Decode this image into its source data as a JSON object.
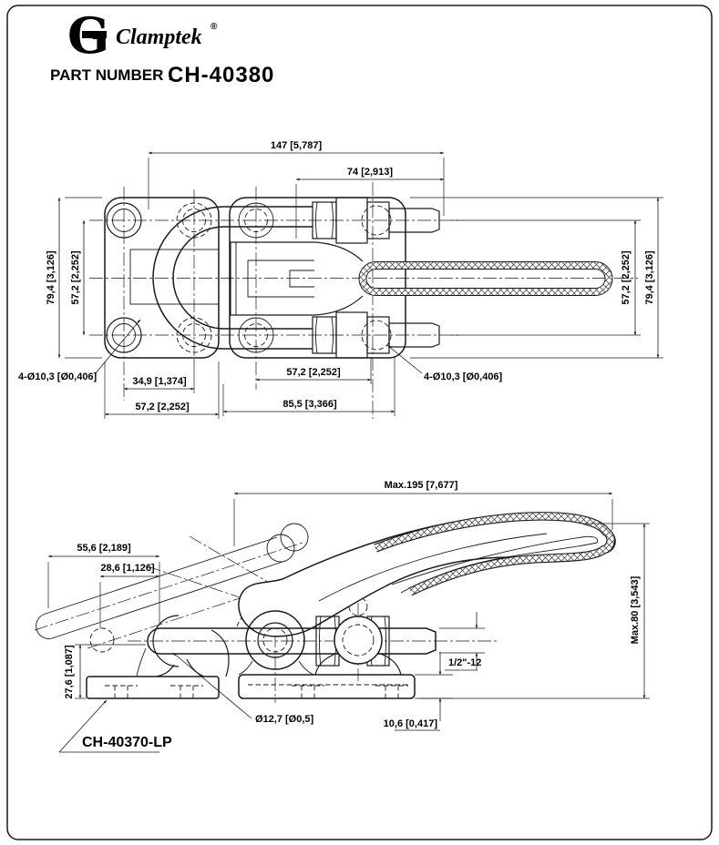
{
  "brand": {
    "logo_letter": "G",
    "name": "Clamptek",
    "registered": "®"
  },
  "header": {
    "part_number_label": "PART NUMBER :",
    "part_number": "CH-40380"
  },
  "top_view": {
    "dims": {
      "overall_length": "147 [5,787]",
      "stud_length": "74 [2,913]",
      "plate_height_left": "79,4 [3,126]",
      "hole_span_left": "57,2 [2,252]",
      "hole_span_right_side": "57,2 [2,252]",
      "plate_height_right": "79,4 [3,126]",
      "hole_pitch_left": "34,9 [1,374]",
      "plate_width_left": "57,2 [2,252]",
      "hole_pitch_right": "57,2 [2,252]",
      "base_span_right": "85,5 [3,366]",
      "holes_left": "4-Ø10,3 [Ø0,406]",
      "holes_right": "4-Ø10,3 [Ø0,406]"
    }
  },
  "side_view": {
    "dims": {
      "max_length": "Max.195 [7,677]",
      "max_height": "Max.80 [3,543]",
      "hook_offset_a": "55,6 [2,189]",
      "hook_offset_b": "28,6 [1,126]",
      "keeper_height": "27,6 [1,087]",
      "hook_rod_dia": "Ø12,7 [Ø0,5]",
      "base_thickness": "10,6 [0,417]",
      "thread_spec": "1/2\"-12",
      "keeper_part_number": "CH-40370-LP"
    }
  }
}
